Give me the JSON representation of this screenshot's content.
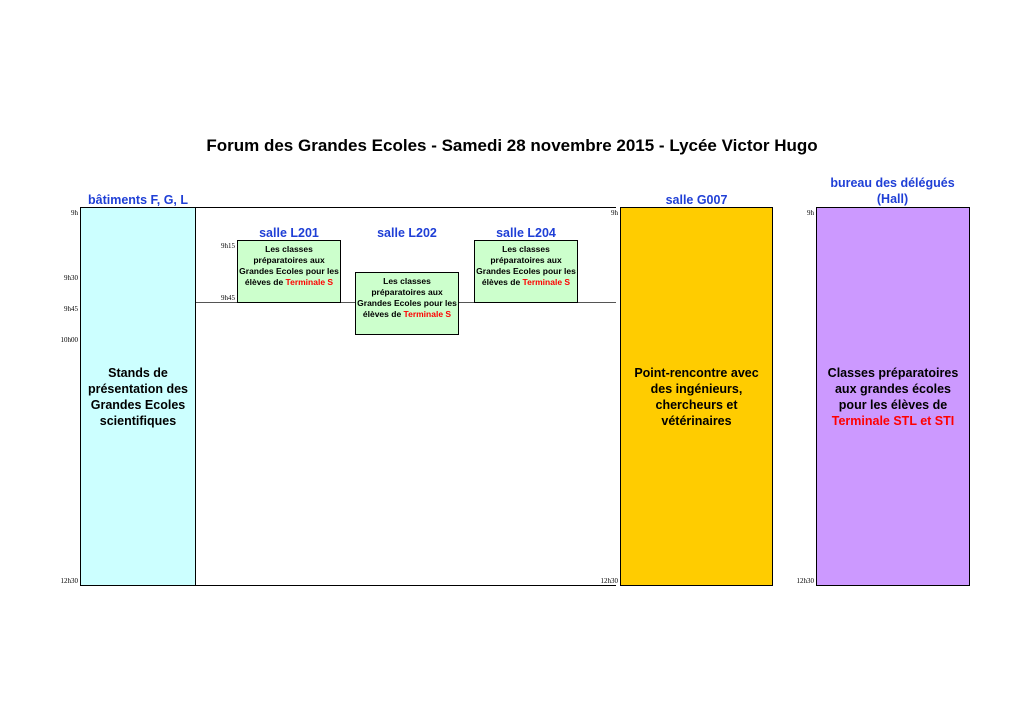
{
  "title": "Forum des Grandes Ecoles  -  Samedi 28 novembre 2015  -  Lycée Victor Hugo",
  "colors": {
    "cyan": "#ccffff",
    "orange": "#ffcc00",
    "purple": "#cc99ff",
    "green": "#ccffcc",
    "blue_text": "#1f3fd6",
    "red_text": "#ff0000"
  },
  "columns": {
    "batiments": {
      "header": "bâtiments F, G, L",
      "text": "Stands de présentation des Grandes Ecoles scientifiques",
      "time_start": "9h",
      "time_930": "9h30",
      "time_945": "9h45",
      "time_1000": "10h00",
      "time_end": "12h30"
    },
    "salles": {
      "l201": {
        "header": "salle L201",
        "time_start": "9h15",
        "time_end": "9h45",
        "text": "Les classes préparatoires aux Grandes Ecoles pour les élèves de ",
        "highlight": "Terminale S"
      },
      "l202": {
        "header": "salle L202",
        "text": "Les classes préparatoires aux Grandes Ecoles pour les élèves de ",
        "highlight": "Terminale S"
      },
      "l204": {
        "header": "salle L204",
        "text": "Les classes préparatoires aux Grandes Ecoles pour les élèves de ",
        "highlight": "Terminale S"
      }
    },
    "g007": {
      "header": "salle G007",
      "text": "Point-rencontre avec des ingénieurs, chercheurs et vétérinaires",
      "time_start": "9h",
      "time_end": "12h30"
    },
    "bureau": {
      "header_line1": "bureau des délégués",
      "header_line2": "(Hall)",
      "text": "Classes préparatoires aux grandes écoles pour les élèves de ",
      "highlight": "Terminale STL et STI",
      "time_start": "9h",
      "time_end": "12h30"
    }
  }
}
